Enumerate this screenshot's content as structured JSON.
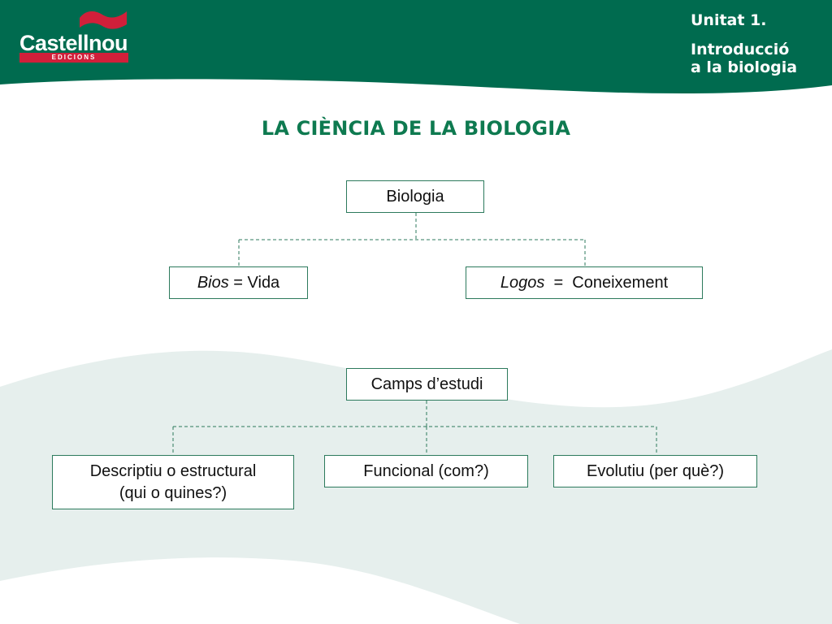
{
  "header": {
    "logo": {
      "name": "Castellnou",
      "sub": "EDICIONS"
    },
    "unit_title": "Unitat 1.",
    "unit_subtitle_line1": "Introducció",
    "unit_subtitle_line2": "a la biologia"
  },
  "page_title": "LA CIÈNCIA DE LA BIOLOGIA",
  "diagram1": {
    "root": "Biologia",
    "left": {
      "term": "Bios",
      "eq": " = ",
      "meaning": "Vida"
    },
    "right": {
      "term": "Logos",
      "eq": "  =  ",
      "meaning": "Coneixement"
    }
  },
  "diagram2": {
    "root": "Camps d’estudi",
    "children": [
      {
        "line1": "Descriptiu o estructural",
        "line2": "(qui o quines?)"
      },
      {
        "line1": "Funcional (com?)"
      },
      {
        "line1": "Evolutiu (per què?)"
      }
    ]
  },
  "colors": {
    "header_green": "#006b4f",
    "title_green": "#0e7a50",
    "box_border": "#2c7a5c",
    "wave_light": "#e6efed",
    "logo_red": "#d11f3a"
  }
}
